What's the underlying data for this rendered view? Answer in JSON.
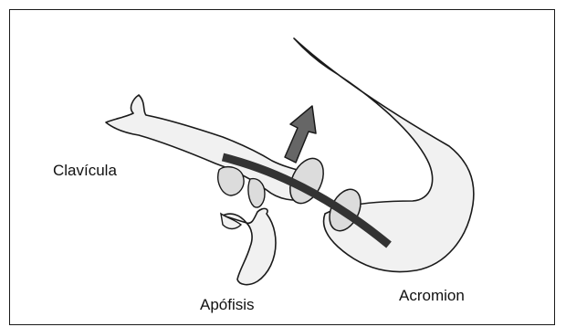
{
  "labels": {
    "clavicle": "Clavícula",
    "process": "Apófisis",
    "acromion": "Acromion"
  },
  "colors": {
    "bone_fill": "#f1f1f1",
    "outline": "#1a1a1a",
    "joint_fill": "#dcdcdc",
    "bar": "#333333",
    "arrow": "#666666"
  }
}
